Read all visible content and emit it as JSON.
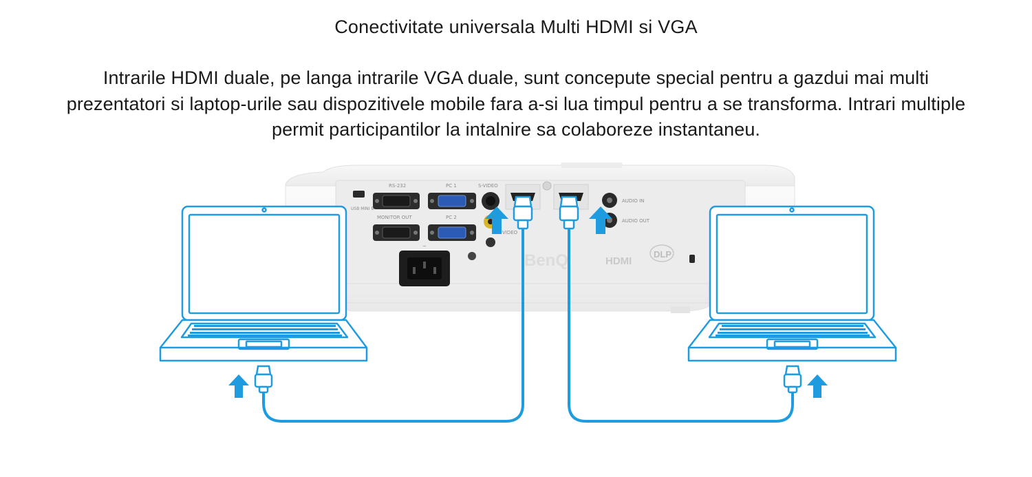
{
  "heading": "Conectivitate universala Multi HDMI si VGA",
  "description": "Intrarile HDMI duale, pe langa intrarile VGA duale, sunt concepute special pentru a gazdui mai multi prezentatori si laptop-urile sau dispozitivele mobile fara a-si lua timpul pentru a se transforma. Intrari multiple permit participantilor la intalnire sa colaboreze instantaneu.",
  "projector": {
    "brand": "BenQ",
    "ports": {
      "usb_mini_b": "USB MINI B",
      "rs232": "RS-232",
      "pc1": "PC 1",
      "monitor_out": "MONITOR OUT",
      "pc2": "PC 2",
      "s_video": "S-VIDEO",
      "video": "VIDEO",
      "audio_in": "AUDIO IN",
      "audio_out": "AUDIO OUT"
    },
    "hdmi_logo": "HDMI",
    "dlp_logo": "DLP"
  },
  "colors": {
    "accent": "#1f9be0",
    "text": "#1a1a1a",
    "projector_body": "#f2f2f2",
    "panel": "#e6e6e6"
  },
  "icons": [
    "laptop-left",
    "laptop-right",
    "hdmi-plug",
    "up-arrow"
  ]
}
